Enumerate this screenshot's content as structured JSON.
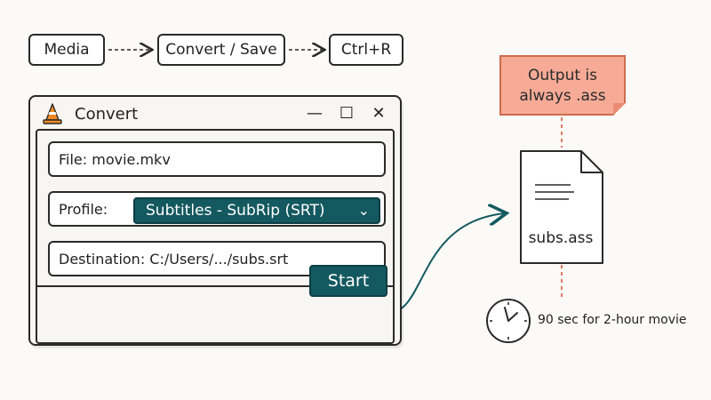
{
  "breadcrumb": {
    "steps": [
      "Media",
      "Convert / Save",
      "Ctrl+R"
    ]
  },
  "dialog": {
    "title": "Convert",
    "controls": {
      "minimize": "—",
      "maximize": "☐",
      "close": "✕"
    },
    "file_field": "File: movie.mkv",
    "profile_label": "Profile:",
    "profile_value": "Subtitles - SubRip (SRT)",
    "destination_field": "Destination: C:/Users/.../subs.srt",
    "start_button": "Start"
  },
  "note": {
    "line1": "Output is",
    "line2": "always .ass"
  },
  "output_file": {
    "name": "subs.ass"
  },
  "timer": {
    "label": "90 sec for 2-hour movie"
  },
  "colors": {
    "accent": "#14595f",
    "note_fill": "#f7ab96",
    "note_border": "#cf6a4e",
    "connector_dash": "#e07a5f"
  }
}
